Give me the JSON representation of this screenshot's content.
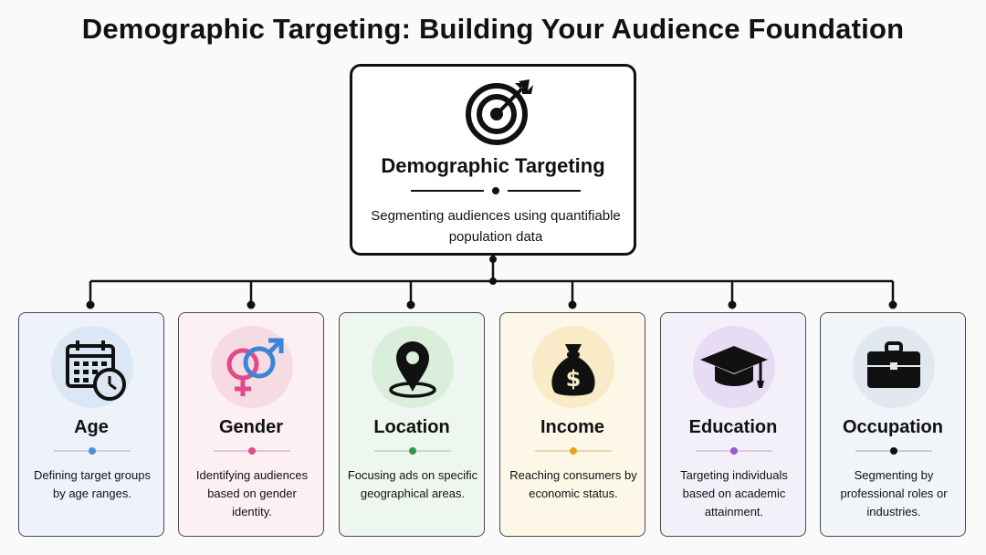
{
  "title": "Demographic Targeting: Building Your Audience Foundation",
  "root": {
    "icon": "target-arrow-icon",
    "title": "Demographic Targeting",
    "description": "Segmenting audiences using quantifiable population data"
  },
  "colors": {
    "line": "#111111",
    "age_bg": "#eef3fb",
    "age_circle": "#dbe7f5",
    "age_dot": "#4a90d9",
    "gender_bg": "#fcf0f3",
    "gender_circle": "#f7dbe3",
    "gender_dot": "#e04a8a",
    "location_bg": "#eef7ef",
    "location_circle": "#d9eedb",
    "location_dot": "#2e9a4a",
    "income_bg": "#fdf7e8",
    "income_circle": "#faebc8",
    "income_dot": "#e6a817",
    "education_bg": "#f4f0fa",
    "education_circle": "#e7dcf4",
    "education_dot": "#9b59c9",
    "occupation_bg": "#f1f4f8",
    "occupation_circle": "#e2e8f0",
    "occupation_dot": "#111111"
  },
  "categories": [
    {
      "key": "age",
      "icon": "calendar-clock-icon",
      "title": "Age",
      "description": "Defining target groups by age ranges."
    },
    {
      "key": "gender",
      "icon": "gender-symbols-icon",
      "title": "Gender",
      "description": "Identifying audiences based on gender identity."
    },
    {
      "key": "location",
      "icon": "map-pin-icon",
      "title": "Location",
      "description": "Focusing ads on specific geographical areas."
    },
    {
      "key": "income",
      "icon": "money-bag-icon",
      "title": "Income",
      "description": "Reaching consumers by economic status."
    },
    {
      "key": "education",
      "icon": "graduation-cap-icon",
      "title": "Education",
      "description": "Targeting individuals based on academic attainment."
    },
    {
      "key": "occupation",
      "icon": "briefcase-icon",
      "title": "Occupation",
      "description": "Segmenting by professional roles or industries."
    }
  ]
}
